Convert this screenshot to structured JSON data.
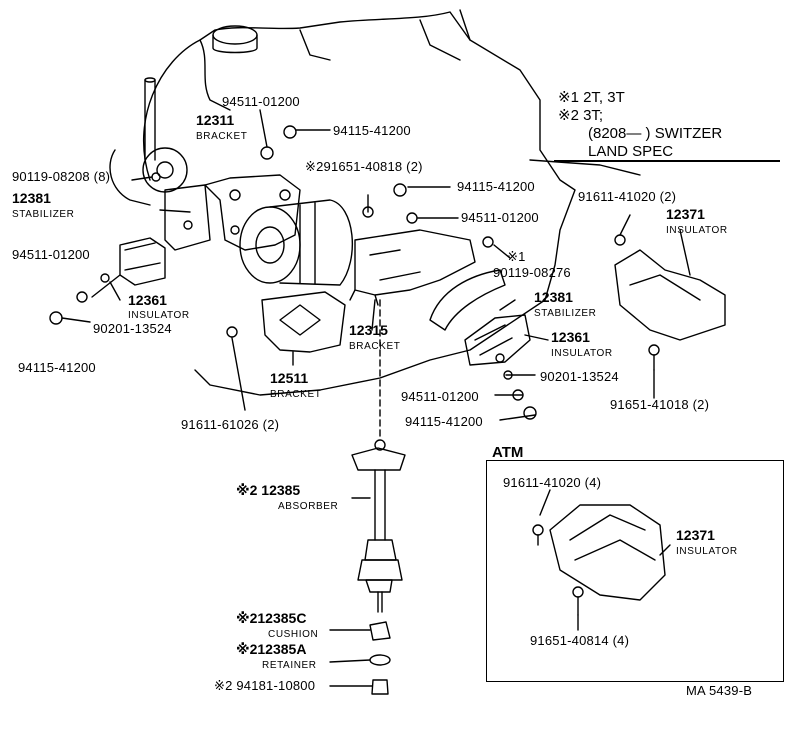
{
  "legend": {
    "line1": "※1 2T, 3T",
    "line2": "※2 3T;",
    "line3": "(8208—        ) SWITZER",
    "line4": "LAND SPEC"
  },
  "atm": {
    "title": "ATM"
  },
  "footer": {
    "code": "MA  5439-B"
  },
  "parts": {
    "p94511_a": "94511-01200",
    "p12311": "12311",
    "p12311_cap": "BRACKET",
    "p94115_a": "94115-41200",
    "p291651": "※291651-40818 (2)",
    "p94115_b": "94115-41200",
    "p94511_b": "94511-01200",
    "p90119_8208": "90119-08208 (8)",
    "p12381_a": "12381",
    "p12381_a_cap": "STABILIZER",
    "p94511_c": "94511-01200",
    "p12361_a": "12361",
    "p12361_a_cap": "INSULATOR",
    "p90201_a": "90201-13524",
    "p94115_c": "94115-41200",
    "p12315": "12315",
    "p12315_cap": "BRACKET",
    "p12511": "12511",
    "p12511_cap": "BRACKET",
    "p91611_61026": "91611-61026 (2)",
    "p_x1": "※1",
    "p90119_08276": "90119-08276",
    "p12381_b": "12381",
    "p12381_b_cap": "STABILIZER",
    "p12361_b": "12361",
    "p12361_b_cap": "INSULATOR",
    "p90201_b": "90201-13524",
    "p94511_d": "94511-01200",
    "p94115_d": "94115-41200",
    "p91611_41020_2": "91611-41020 (2)",
    "p12371_a": "12371",
    "p12371_a_cap": "INSULATOR",
    "p91651_41018": "91651-41018 (2)",
    "p12385": "※2 12385",
    "p12385_cap": "ABSORBER",
    "p12385C": "※212385C",
    "p12385C_cap": "CUSHION",
    "p12385A": "※212385A",
    "p12385A_cap": "RETAINER",
    "p94181": "※2 94181-10800",
    "p91611_41020_4": "91611-41020 (4)",
    "p12371_b": "12371",
    "p12371_b_cap": "INSULATOR",
    "p91651_40814": "91651-40814 (4)"
  }
}
